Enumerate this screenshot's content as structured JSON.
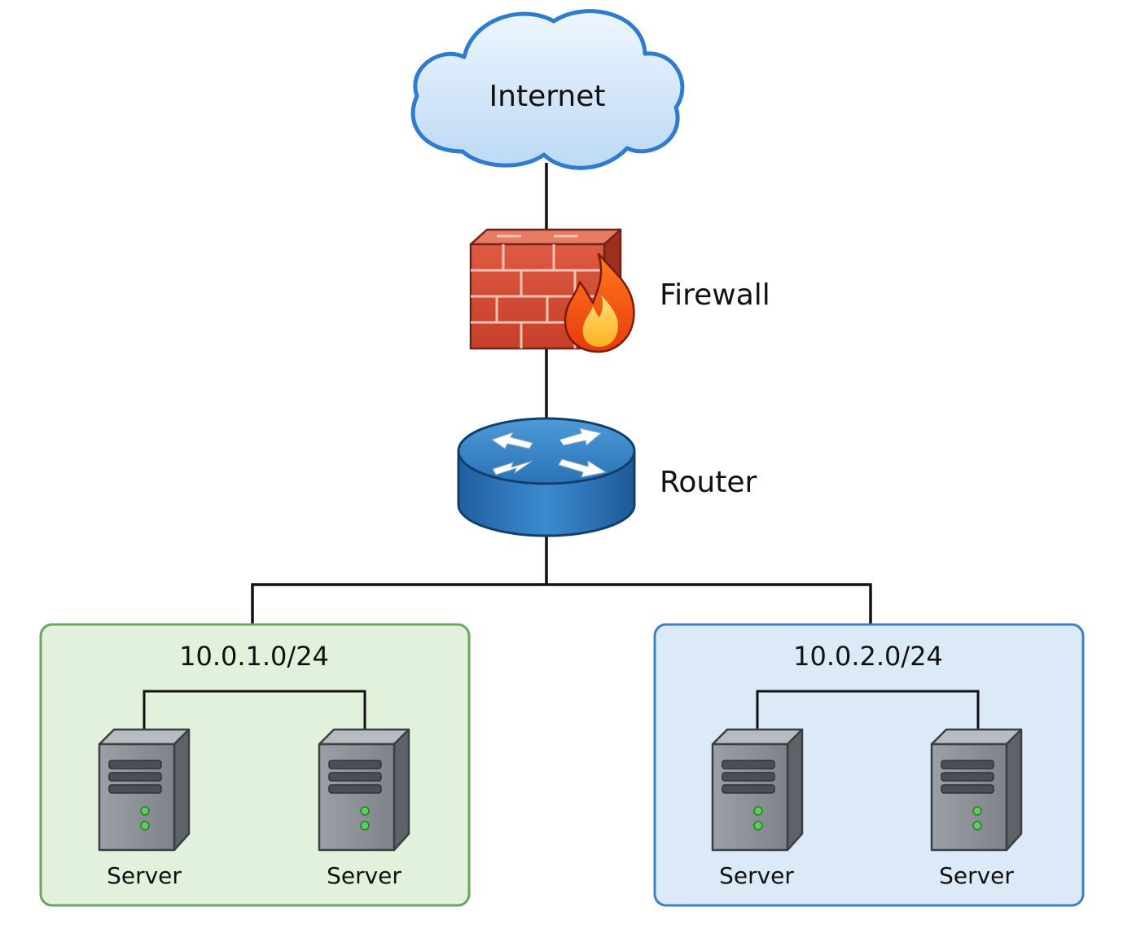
{
  "nodes": {
    "internet": {
      "label": "Internet"
    },
    "firewall": {
      "label": "Firewall"
    },
    "router": {
      "label": "Router"
    }
  },
  "subnets": [
    {
      "label": "10.0.1.0/24",
      "fill": "#e2f1dc",
      "border": "#6aa75e",
      "servers": [
        {
          "label": "Server"
        },
        {
          "label": "Server"
        }
      ]
    },
    {
      "label": "10.0.2.0/24",
      "fill": "#dce9f7",
      "border": "#3f7fc9",
      "servers": [
        {
          "label": "Server"
        },
        {
          "label": "Server"
        }
      ]
    }
  ],
  "colors": {
    "cloud_fill": "#d4e7fa",
    "cloud_stroke": "#2f7bd0",
    "brick": "#d24a33",
    "router_blue": "#2c77bd",
    "server_gray": "#8e9499",
    "link": "#111111"
  }
}
